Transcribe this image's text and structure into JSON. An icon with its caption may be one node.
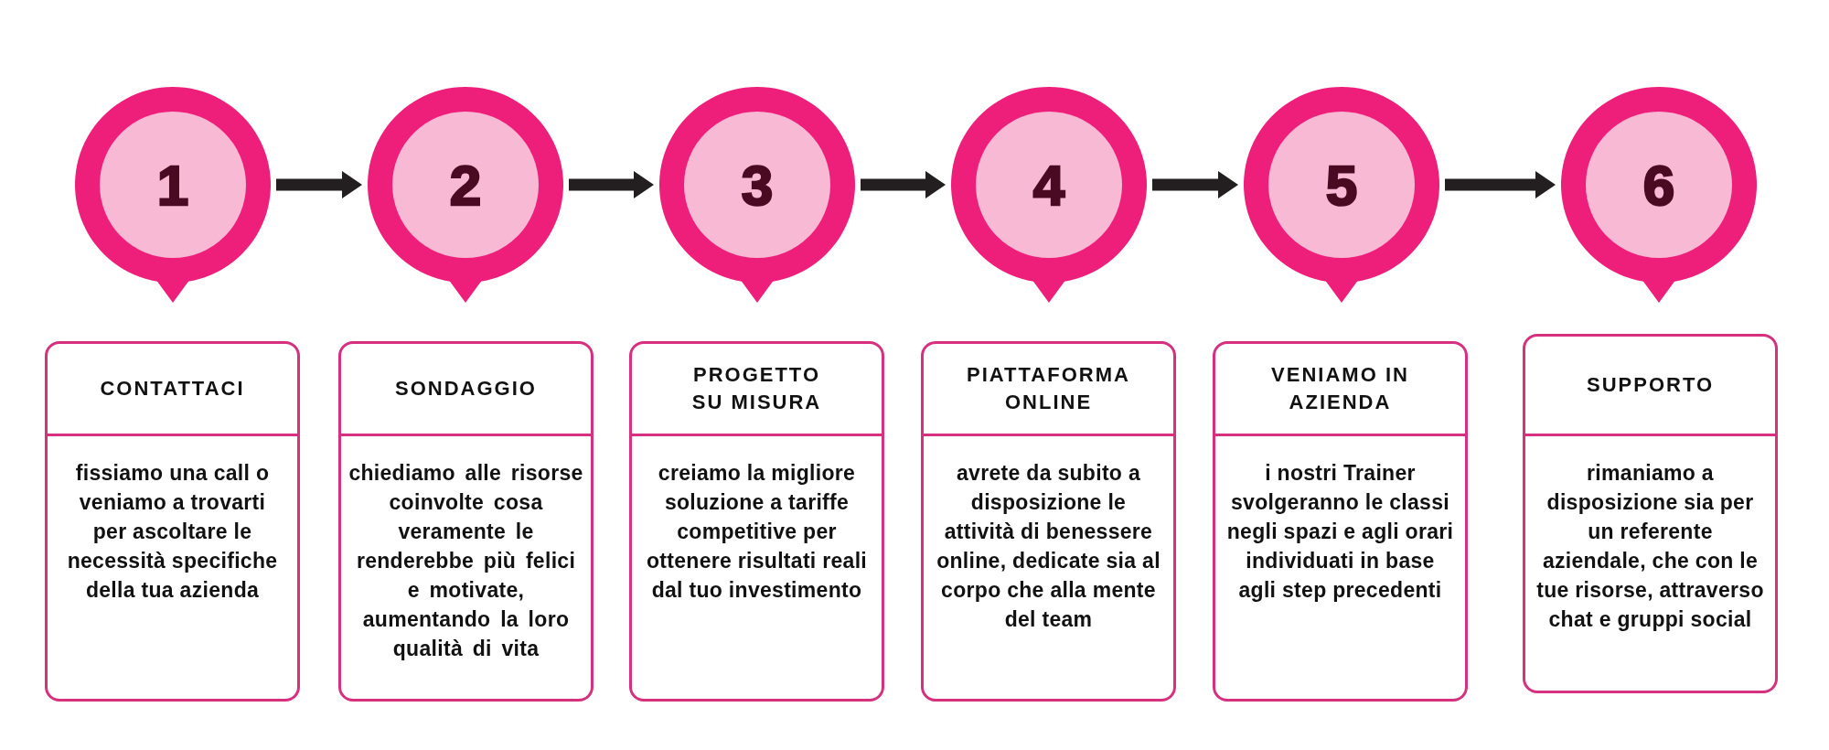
{
  "diagram": {
    "nodes": [
      {
        "text": [
          "1"
        ]
      },
      {
        "text": [
          "2"
        ]
      },
      {
        "text": [
          "3"
        ]
      },
      {
        "text": [
          "4"
        ]
      },
      {
        "text": [
          "5"
        ]
      },
      {
        "text": [
          "6"
        ]
      },
      {
        "text": [
          "CONTATTACI",
          "fissiamo una call o veniamo a trovarti per ascoltare le necessità specifiche della tua azienda"
        ]
      },
      {
        "text": [
          "SONDAGGIO",
          "chiediamo alle risorse coinvolte cosa veramente le renderebbe più felici e motivate, aumentando la loro qualità di vita"
        ]
      },
      {
        "text": [
          "PROGETTO SU MISURA",
          "creiamo la migliore soluzione a tariffe competitive per ottenere risultati reali dal tuo investimento"
        ]
      },
      {
        "text": [
          "PIATTAFORMA ONLINE",
          "avrete da subito a disposizione le attività di benessere online, dedicate sia al corpo che alla mente del team"
        ]
      },
      {
        "text": [
          "VENIAMO IN AZIENDA",
          "i nostri Trainer svolgeranno le classi negli spazi e agli orari individuati in base agli step precedenti"
        ]
      },
      {
        "text": [
          "SUPPORTO",
          "rimaniamo a disposizione sia per un referente aziendale, che con le tue risorse, attraverso chat e gruppi social"
        ]
      }
    ],
    "edges": [
      {
        "from": 0,
        "to": 1,
        "arrow": "to"
      },
      {
        "from": 1,
        "to": 2,
        "arrow": "to"
      },
      {
        "from": 2,
        "to": 3,
        "arrow": "to"
      },
      {
        "from": 3,
        "to": 4,
        "arrow": "to"
      },
      {
        "from": 4,
        "to": 5,
        "arrow": "to"
      }
    ]
  }
}
